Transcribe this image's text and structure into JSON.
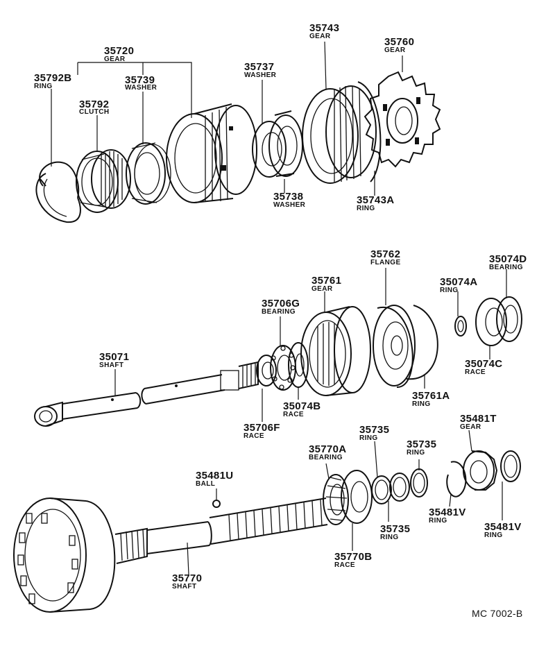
{
  "figure_code": "MC 7002-B",
  "parts": {
    "p35720": {
      "number": "35720",
      "name": "GEAR"
    },
    "p35792B": {
      "number": "35792B",
      "name": "RING"
    },
    "p35792": {
      "number": "35792",
      "name": "CLUTCH"
    },
    "p35739": {
      "number": "35739",
      "name": "WASHER"
    },
    "p35737": {
      "number": "35737",
      "name": "WASHER"
    },
    "p35743": {
      "number": "35743",
      "name": "GEAR"
    },
    "p35760": {
      "number": "35760",
      "name": "GEAR"
    },
    "p35738": {
      "number": "35738",
      "name": "WASHER"
    },
    "p35743A": {
      "number": "35743A",
      "name": "RING"
    },
    "p35762": {
      "number": "35762",
      "name": "FLANGE"
    },
    "p35074D": {
      "number": "35074D",
      "name": "BEARING"
    },
    "p35761": {
      "number": "35761",
      "name": "GEAR"
    },
    "p35074A": {
      "number": "35074A",
      "name": "RING"
    },
    "p35706G": {
      "number": "35706G",
      "name": "BEARING"
    },
    "p35071": {
      "number": "35071",
      "name": "SHAFT"
    },
    "p35074C": {
      "number": "35074C",
      "name": "RACE"
    },
    "p35074B": {
      "number": "35074B",
      "name": "RACE"
    },
    "p35761A": {
      "number": "35761A",
      "name": "RING"
    },
    "p35706F": {
      "number": "35706F",
      "name": "RACE"
    },
    "p35735a": {
      "number": "35735",
      "name": "RING"
    },
    "p35481T": {
      "number": "35481T",
      "name": "GEAR"
    },
    "p35735b": {
      "number": "35735",
      "name": "RING"
    },
    "p35770A": {
      "number": "35770A",
      "name": "BEARING"
    },
    "p35481U": {
      "number": "35481U",
      "name": "BALL"
    },
    "p35481Va": {
      "number": "35481V",
      "name": "RING"
    },
    "p35481Vb": {
      "number": "35481V",
      "name": "RING"
    },
    "p35735c": {
      "number": "35735",
      "name": "RING"
    },
    "p35770B": {
      "number": "35770B",
      "name": "RACE"
    },
    "p35770": {
      "number": "35770",
      "name": "SHAFT"
    }
  }
}
